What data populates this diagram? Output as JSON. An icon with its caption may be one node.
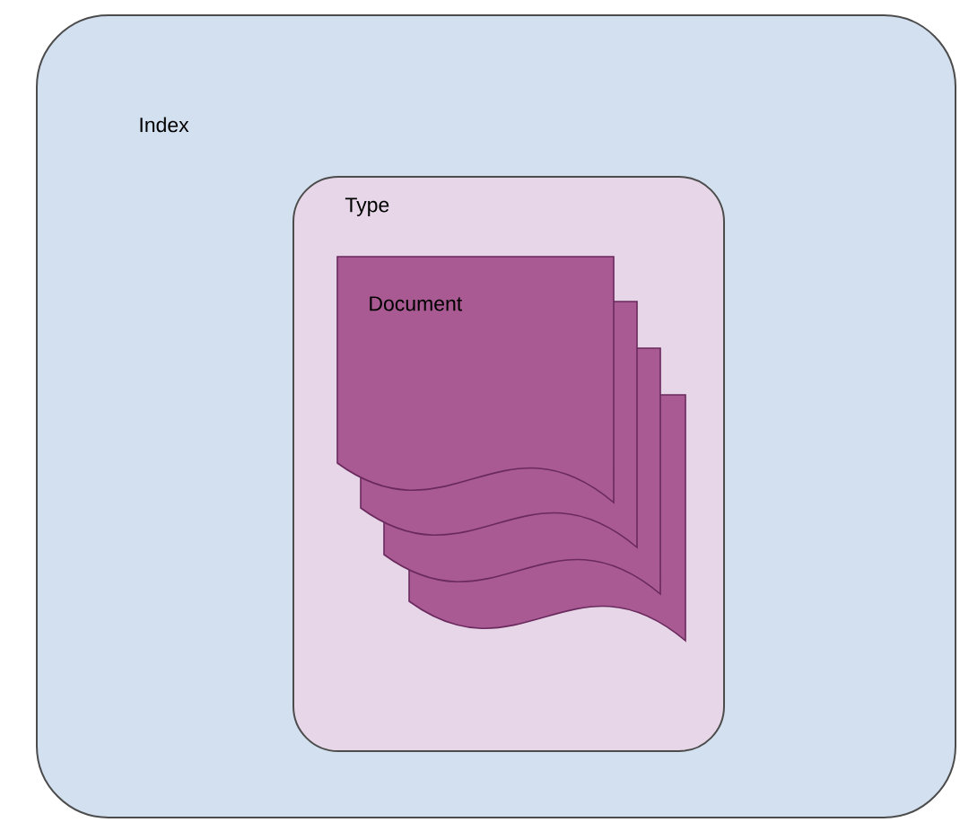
{
  "diagram": {
    "nodes": [
      {
        "text": [
          "Index"
        ]
      },
      {
        "text": [
          "Type"
        ],
        "in": 0
      },
      {
        "text": [
          "Document"
        ],
        "in": 1
      },
      {
        "text": [],
        "shape": "document",
        "in": 1
      },
      {
        "text": [],
        "shape": "document",
        "in": 1
      },
      {
        "text": [],
        "shape": "document",
        "in": 1
      }
    ]
  }
}
